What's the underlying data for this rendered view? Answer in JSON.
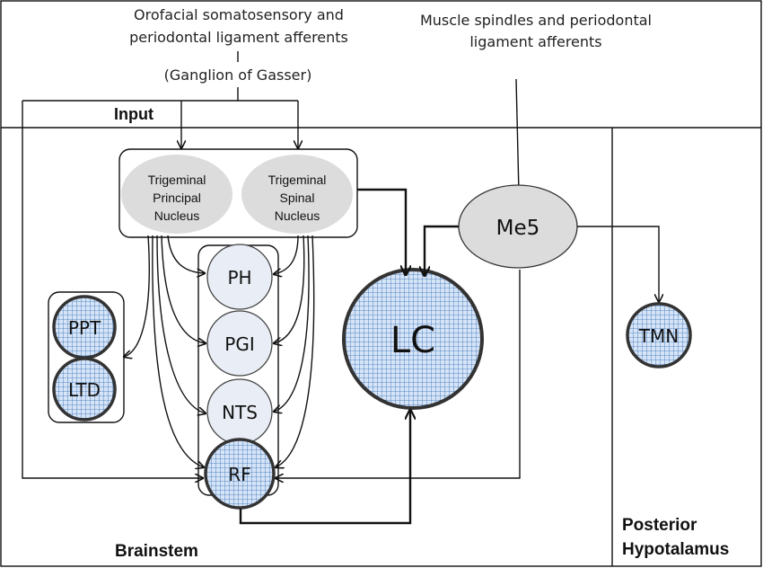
{
  "header": {
    "orofacial_line1": "Orofacial somatosensory and",
    "orofacial_line2": "periodontal ligament afferents",
    "ganglion": "(Ganglion of Gasser)",
    "muscle_line1": "Muscle spindles and periodontal",
    "muscle_line2": "ligament afferents"
  },
  "regions": {
    "input": "Input",
    "brainstem": "Brainstem",
    "posterior_line1": "Posterior",
    "posterior_line2": "Hypotalamus"
  },
  "nuclei": {
    "principal": [
      "Trigeminal",
      "Principal",
      "Nucleus"
    ],
    "spinal": [
      "Trigeminal",
      "Spinal",
      "Nucleus"
    ]
  },
  "nodes": {
    "ph": "PH",
    "pgi": "PGI",
    "nts": "NTS",
    "rf": "RF",
    "ppt": "PPT",
    "ltd": "LTD",
    "lc": "LC",
    "me5": "Me5",
    "tmn": "TMN"
  },
  "colors": {
    "grid_fill": "#d6e4f7",
    "grid_line": "#2f6db5",
    "light_node": "#e9eef6",
    "nucleus_fill": "#dcdcdc"
  }
}
